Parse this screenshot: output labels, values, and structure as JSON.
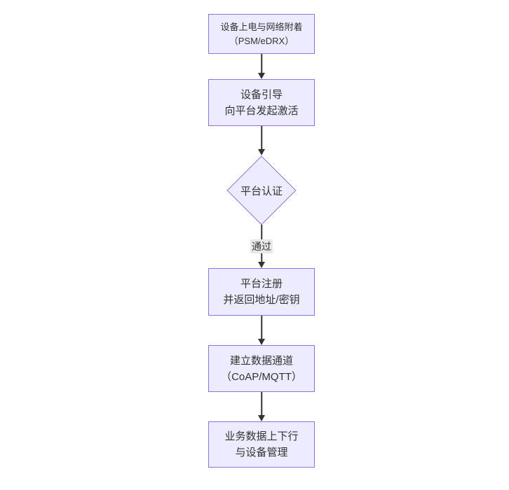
{
  "page": {
    "background": "#ffffff"
  },
  "diagram": {
    "type": "flowchart",
    "direction": "top-down",
    "colors": {
      "node_fill": "#ECECFF",
      "node_border": "#9370DB",
      "text": "#333333",
      "edge_line": "#333333",
      "edge_label_bg": "#e8e8e8"
    },
    "nodes": [
      {
        "id": "power-attach",
        "shape": "rect",
        "line1": "设备上电与网络附着",
        "line2": "（PSM/eDRX）"
      },
      {
        "id": "bootstrap",
        "shape": "rect",
        "line1": "设备引导",
        "line2": "向平台发起激活"
      },
      {
        "id": "platform-auth",
        "shape": "diamond",
        "line1": "平台认证",
        "line2": ""
      },
      {
        "id": "register",
        "shape": "rect",
        "line1": "平台注册",
        "line2": "并返回地址/密钥"
      },
      {
        "id": "data-channel",
        "shape": "rect",
        "line1": "建立数据通道",
        "line2": "（CoAP/MQTT）"
      },
      {
        "id": "business-data",
        "shape": "rect",
        "line1": "业务数据上下行",
        "line2": "与设备管理"
      }
    ],
    "edges": [
      {
        "from": "power-attach",
        "to": "bootstrap",
        "label": ""
      },
      {
        "from": "bootstrap",
        "to": "platform-auth",
        "label": ""
      },
      {
        "from": "platform-auth",
        "to": "register",
        "label": "通过"
      },
      {
        "from": "register",
        "to": "data-channel",
        "label": ""
      },
      {
        "from": "data-channel",
        "to": "business-data",
        "label": ""
      }
    ]
  }
}
